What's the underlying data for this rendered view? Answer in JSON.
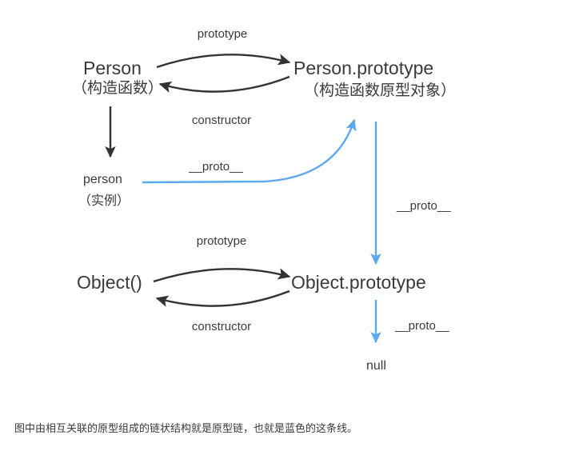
{
  "diagram": {
    "title_caption": "图中由相互关联的原型组成的链状结构就是原型链，也就是蓝色的这条线。",
    "colors": {
      "blue_chain": "#5DA9F0",
      "black_edge": "#333333",
      "text": "#3a3a3a",
      "background": "#ffffff"
    },
    "nodes": {
      "person_ctor": {
        "name": "Person",
        "sub": "（构造函数）"
      },
      "person_prototype": {
        "name": "Person.prototype",
        "sub": "（构造函数原型对象）"
      },
      "person_instance": {
        "name": "person",
        "sub": "（实例）"
      },
      "object_ctor": {
        "name": "Object()"
      },
      "object_prototype": {
        "name": "Object.prototype"
      },
      "null_node": {
        "name": "null"
      }
    },
    "edges": {
      "person_prototype_label": "prototype",
      "person_constructor_label": "constructor",
      "person_proto_label": "__proto__",
      "person_prototype_to_object_prototype_label": "__proto__",
      "object_prototype_label": "prototype",
      "object_constructor_label": "constructor",
      "object_prototype_to_null_label": "__proto__"
    }
  }
}
